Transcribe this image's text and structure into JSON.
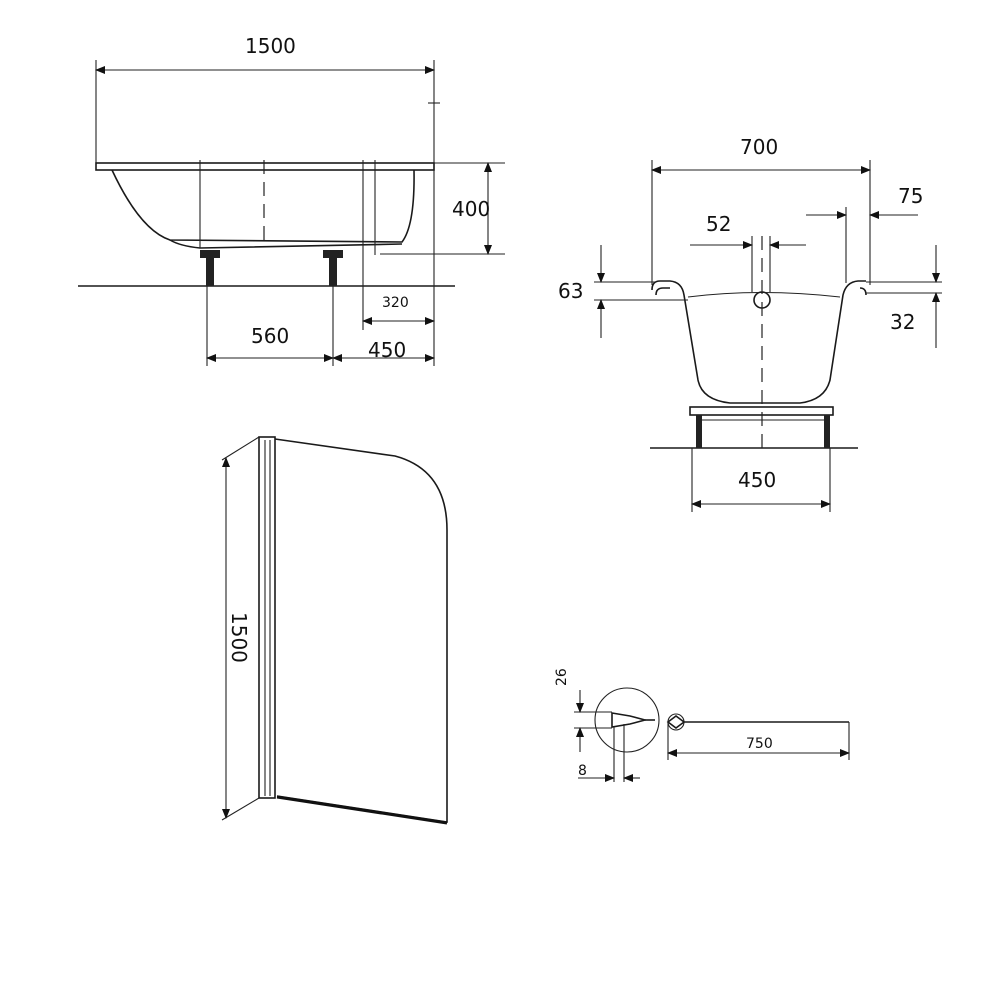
{
  "side_view": {
    "length": "1500",
    "height": "400",
    "leg_spacing": "560",
    "leg_offset": "450",
    "drain_offset": "320"
  },
  "end_view": {
    "width": "700",
    "rim": "75",
    "drain": "52",
    "rim_height": "63",
    "lip": "32",
    "base_width": "450"
  },
  "screen_view": {
    "height": "1500"
  },
  "detail_view": {
    "profile": "26",
    "thickness": "8",
    "width": "750"
  }
}
